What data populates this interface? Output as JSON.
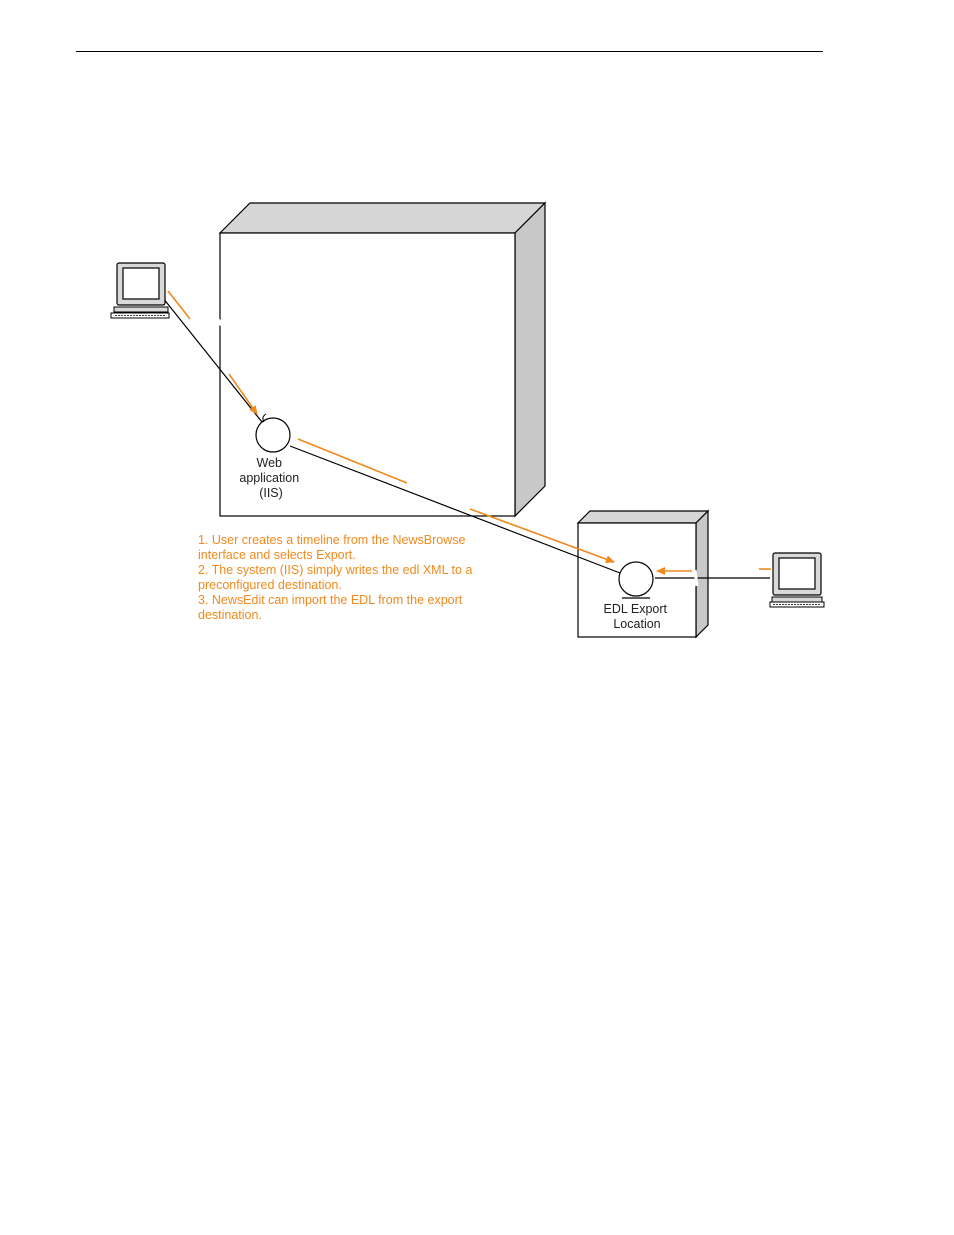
{
  "colors": {
    "accent": "#f08a1c",
    "box_face": "#ffffff",
    "box_side": "#c8c8c8",
    "box_top": "#d6d6d6",
    "line": "#000000",
    "computer_screen": "#ffffff",
    "computer_body": "#d9d9d9"
  },
  "nodes": {
    "web_app": {
      "label_lines": [
        "Web",
        "application",
        "(IIS)"
      ]
    },
    "edl_export": {
      "label_lines": [
        "EDL Export",
        "Location"
      ]
    }
  },
  "steps": [
    "1. User creates a timeline from the NewsBrowse",
    "interface and selects Export.",
    "2. The system (IIS) simply writes the edl XML to a",
    "preconfigured destination.",
    "3. NewsEdit can import the EDL from the export",
    "destination."
  ],
  "icons": {
    "left_workstation": "computer-icon",
    "right_workstation": "computer-icon"
  }
}
